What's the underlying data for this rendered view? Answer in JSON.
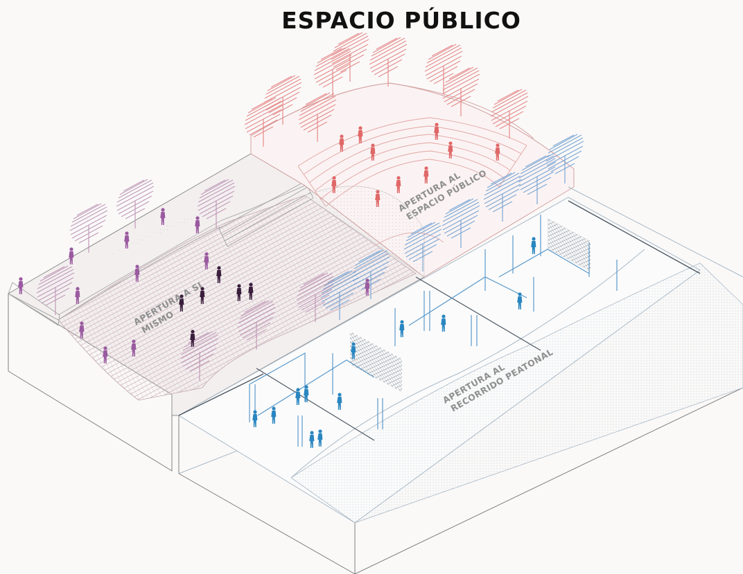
{
  "title": "ESPACIO PÚBLICO",
  "labels": {
    "espacio_publico": [
      "APERTURA AL",
      "ESPACIO PÚBLICO"
    ],
    "a_si_mismo": [
      "APERTURA A SI",
      "MISMO"
    ],
    "recorrido": [
      "APERTURA AL",
      "RECORRIDO PEATONAL"
    ]
  },
  "colors": {
    "background": "#faf9f8",
    "outline": "#7f7f7f",
    "upper_zone": "#e07a7a",
    "middle_zone": "#9a5aa0",
    "lower_zone": "#2a86c0",
    "title_text": "#111111",
    "label_text": "#8f8f8f"
  },
  "icons": [
    "tree-icon",
    "person-icon",
    "amphitheater-steps",
    "paving-hatch"
  ]
}
